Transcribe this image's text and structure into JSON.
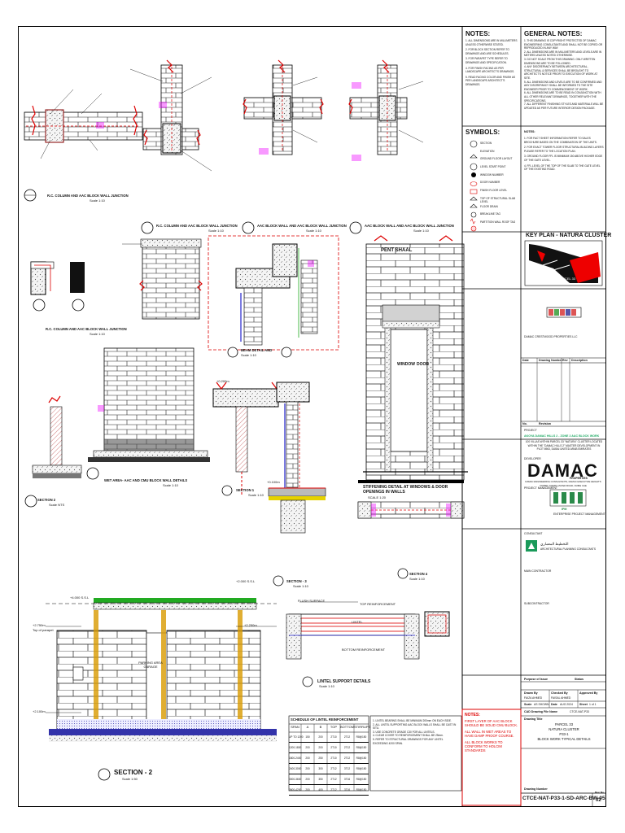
{
  "details": {
    "d1": {
      "title": "R.C. COLUMN AND AAC BLOCK WALL JUNCTION",
      "scale": "Scale 1:10"
    },
    "d2": {
      "title": "R.C. COLUMN AND AAC BLOCK WALL JUNCTION",
      "scale": "Scale 1:10"
    },
    "d3": {
      "title": "AAC BLOCK WALL AND AAC BLOCK WALL JUNCTION",
      "scale": "Scale 1:10"
    },
    "d4": {
      "title": "AAC BLOCK WALL AND AAC BLOCK WALL JUNCTION",
      "scale": "Scale 1:10"
    },
    "d5": {
      "title": "R.C. COLUMN AND AAC BLOCK WALL JUNCTION",
      "scale": "Scale 1:10"
    },
    "d6": {
      "title": "WET AREA- AAC AND CMU BLOCK WALL DETAILS",
      "scale": "Scale 1:10"
    },
    "section1": {
      "title": "SECTION 1",
      "scale": "Scale 1:10"
    },
    "section2": {
      "title": "SECTION 2",
      "scale": "Scale NTS"
    },
    "section3": {
      "title": "SECTION - 3",
      "scale": "Scale 1:10"
    },
    "sectionBig": {
      "title": "SECTION - 2",
      "scale": "Scale 1:50"
    },
    "stiffening": {
      "title": "STIFFENING DETAIL AT WINDOWS & DOOR OPENINGS IN WALLS",
      "scale": "SCALE 1:20"
    },
    "beam": {
      "title": "BEAM DETAIL AND",
      "scale": "Scale 1:10"
    },
    "lintel": {
      "title": "LINTEL SUPPORT DETAILS",
      "scale": "Scale 1:10"
    },
    "section4": {
      "title": "SECTION 4",
      "scale": "Scale 1:10"
    },
    "pentshaal": "PENT SHAAL",
    "window_label": "WINDOW",
    "door_label": "DOOR",
    "flush_surface": "FLUSH SURFACE",
    "top_reinf": "TOP REINFORCEMENT",
    "bottom_reinf": "BOTTOM REINFORCEMENT",
    "lintel_label": "LINTEL",
    "parking": "PARKING AREA GARAGE",
    "levels": [
      "+4.000 S.S.L",
      "+2.750m",
      "Top of parapet",
      "+2.100m",
      "+0.200m",
      "+0.100m",
      "+2.250m",
      "+2.000 S.S.L"
    ]
  },
  "schedule": {
    "title": "SCHEDULE OF LINTEL REINFORCEMENT",
    "headers": [
      "SPAN",
      "A",
      "B",
      "TOP",
      "BOTTOM",
      "STIRRUPS"
    ],
    "rows": [
      [
        "UP TO 1200",
        "150",
        "200",
        "2T10",
        "2T12",
        "R8@150"
      ],
      [
        "1200-1800",
        "200",
        "200",
        "2T10",
        "2T12",
        "R8@150"
      ],
      [
        "1800-2400",
        "200",
        "250",
        "2T10",
        "2T12",
        "R8@150"
      ],
      [
        "2400-3000",
        "200",
        "300",
        "2T12",
        "3T12",
        "R8@150"
      ],
      [
        "3000-3600",
        "200",
        "350",
        "2T12",
        "3T16",
        "R8@150"
      ],
      [
        "3600-4200",
        "200",
        "400",
        "2T12",
        "3T16",
        "R8@150"
      ]
    ],
    "notes": [
      "1. LINTEL BEARING SHALL BE MINIMUM 200mm ON EACH SIDE.",
      "2. ALL LINTEL SUPPORTING AAC BLOCK WALLS SHALL BE CAST IN SITU.",
      "3. USE CONCRETE GRADE C30 FOR ALL LINTELS.",
      "4. CLEAR COVER TO REINFORCEMENT SHALL BE 25mm.",
      "5. REFER TO STRUCTURAL DRAWINGS FOR ANY LINTEL EXCEEDING 4200 SPAN."
    ]
  },
  "red_notes": {
    "title": "NOTES:",
    "items": [
      "FIRST LAYER OF AAC BLOCK SHOULD BE SOLID CMU BLOCK.",
      "ALL WALL IN WET AREAS TO HAVE DAMP PROOF COURSE.",
      "ALL BLOCK WORKS TO CONFORM TO HOLCIM STANDARDS"
    ]
  },
  "notes": {
    "title": "NOTES:",
    "items": [
      "1. ALL DIMENSIONS ARE IN MILLIMETERS UNLESS OTHERWISE STATED.",
      "2. FOR BLOCK SECTION REFER TO DRAWINGS AND ARE SCHEDULES.",
      "3. FOR PARAPET TYPE REFER TO DRAWINGS AND SPECIFICATION.",
      "4. FOR FINISH FACING AS PER LANDSCAPE ARCHITECT'S DRAWINGS.",
      "5. READ FACING COLOR AND FINISH AS PER LANDSCAPE ARCHITECT'S DRAWINGS."
    ]
  },
  "general_notes": {
    "title": "GENERAL NOTES:",
    "items": [
      "1. THIS DRAWING IS COPYRIGHT PROTECTED OF DAMAC ENGINEERING CONSULTANTS AND SHALL NOT BE COPIED OR REPRODUCED IN ANY WAY.",
      "2. ALL DIMENSIONS ARE IN MILLIMETERS AND LEVELS ARE IN METERS UNLESS NOTED OTHERWISE.",
      "3. DO NOT SCALE FROM THIS DRAWING. ONLY WRITTEN DIMENSIONS ARE TO BE FOLLOWED.",
      "4. ANY DISCREPANCY BETWEEN ARCHITECTURAL, STRUCTURAL & SERVICES SHALL BE BROUGHT TO ARCHITECT'S NOTICE PRIOR TO EXECUTION OF WORK AT SITE.",
      "5. ALL DIMENSIONS AND LEVELS ARE TO BE CONFIRMED AND ANY DISCREPANCY SHALL BE INFORMED TO THE SITE ENGINEER PRIOR TO COMMENCEMENT OF WORK.",
      "6. ALL DIMENSIONS ARE TO BE READ IN CONJUNCTION WITH ALL OTHER RELEVANT DRAWINGS, TOGETHER WITH THE SPECIFICATIONS.",
      "7. ALL DIFFERENT FINISHING STYLES AND MATERIALS WILL BE UPDATED AS PER FUTURE INTERIOR DESIGN PACKAGE."
    ]
  },
  "symbols": {
    "title": "SYMBOLS:",
    "items": [
      "SECTION",
      "ELEVATION",
      "GROUND FLOOR LAYOUT",
      "LEVEL START POINT",
      "WINDOW NUMBER",
      "DOOR NUMBER",
      "FINISH FLOOR LEVEL",
      "TOP OF STRUCTURAL SLAB LEVEL",
      "FLOOR DRAIN",
      "BREAKLINE TAG",
      "PARTITION WALL ROOF TAG"
    ],
    "notes_title": "NOTES:",
    "notes": [
      "1. FOR FACT SHEET INFORMATION REFER TO SALES BROCHURE BASED ON THE COMBINATION OF THE UNITS.",
      "2. FOR EXACT TOWER FLOOR STRUCTURAL BUILDING LAYERS PLEASE REFER TO THE LOCATION PLAN.",
      "3. GROUND FLOOR FFL IS MINIMUM 150 ABOVE HIGHER EDGE OF THE GATE LEVEL.",
      "4. FFL LEVEL OF THE TOP OF THE SLAB TO THE GATE LEVEL OF THE EXISTING ROAD."
    ]
  },
  "key_plan": {
    "title": "KEY PLAN - NATURA CLUSTER",
    "parcel_label": "PARCEL 33"
  },
  "title_block": {
    "client_label": "DAMAC CRESTWOOD PROPERTIES LLC",
    "rev_headers": [
      "Date",
      "Drawing Number",
      "Rev",
      "Description"
    ],
    "no_label": "No.",
    "rev_label": "Revision",
    "project_label": "PROJECT",
    "project_text": "AKOYA DAMAC HILLS 2 - ZONE 2 AAC BLOCK WORK",
    "project_desc": "100 VILLAS WITHIN PARCEL 33 \"NATURA\" CLUSTER LOCATED WITHIN THE \"DAMAC HILLS 2\" MASTER DEVELOPMENT IN PLOT 6963, DUBAI UNITED ARAB EMIRATES",
    "developer_label": "DEVELOPER",
    "damac": "DAMAC",
    "damac_sub": "PROPERTIES",
    "damac_address": "DAMAC ENGINEERING CONSULTANTS, DAMAC EXECUTIVE HEIGHTS TOWER, SHEIKH ZAYED ROAD, DUBAI UAE",
    "pm_label": "PROJECT MANAGEMENT",
    "pm_logo": "IPM",
    "pm_name": "ENTERPRISE PROJECT MANAGEMENT",
    "consultant_label": "CONSULTANT",
    "consultant_ar": "التخطيط المعماري",
    "consultant_name": "ARCHITECTURAL PLANNING CONSULTANTS",
    "main_contractor_label": "MAIN CONTRACTOR",
    "subcontractor_label": "SUBCONTRACTOR",
    "purpose_label": "Purpose of Issue",
    "status_label": "Status",
    "drawn_label": "Drawn By",
    "checked_label": "Checked By",
    "approved_label": "Approved By",
    "drawn_by": "FAIZA AHMED",
    "checked_by": "FAISAL AHMED",
    "approved_by": "",
    "scale_label": "Scale",
    "date_label": "Date",
    "sheet_label": "Sheet",
    "scale": "AS SHOWN",
    "date": "AUG 2024",
    "sheet": "1 of 1",
    "cad_label": "CAD Drawing File Name",
    "cad_file": "CTCE-NAT-P33",
    "drawing_title_label": "Drawing Title",
    "drawing_title": [
      "PARCEL 33",
      "NATURA CLUSTER",
      "P33-1",
      "BLOCK WORK TYPICAL DETAILS"
    ],
    "drawing_number_label": "Drawing Number",
    "drawing_number": "CTCE-NAT-P33-1-SD-ARC-BW-05",
    "rev_no_label": "Rev. No.",
    "rev_no": "02"
  }
}
